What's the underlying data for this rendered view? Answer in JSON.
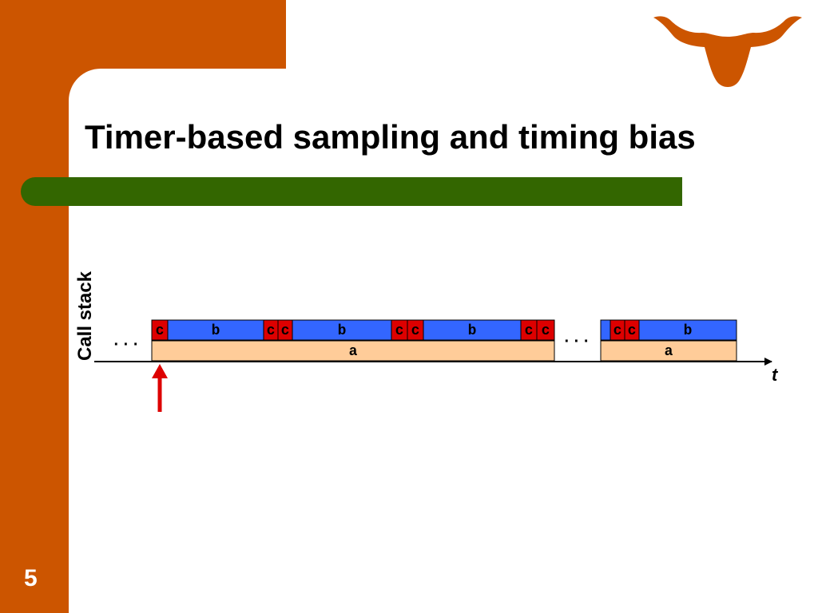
{
  "slide": {
    "title": "Timer-based sampling and timing bias",
    "number": "5",
    "colors": {
      "frame": "#cc5500",
      "accent_bar": "#336600",
      "logo": "#cc5500"
    },
    "logo_icon": "longhorn-icon"
  },
  "diagram": {
    "y_axis_label": "Call stack",
    "time_label": "t",
    "ellipsis": "· · ·",
    "colors": {
      "c": "#dd0000",
      "b": "#3366ff",
      "a": "#ffcc99",
      "arrow": "#dd0000",
      "stroke": "#000000"
    },
    "sample_arrow_icon": "arrow-up-icon",
    "blocks": [
      {
        "label": "a",
        "kind": "a",
        "start": 2,
        "end": 254
      },
      {
        "label": "a",
        "kind": "a",
        "start": 283,
        "end": 368
      },
      {
        "label": "c",
        "kind": "c",
        "start": 2,
        "end": 12
      },
      {
        "label": "b",
        "kind": "b",
        "start": 12,
        "end": 72
      },
      {
        "label": "c",
        "kind": "c",
        "start": 72,
        "end": 81
      },
      {
        "label": "c",
        "kind": "c",
        "start": 81,
        "end": 90
      },
      {
        "label": "b",
        "kind": "b",
        "start": 90,
        "end": 152
      },
      {
        "label": "c",
        "kind": "c",
        "start": 152,
        "end": 162
      },
      {
        "label": "c",
        "kind": "c",
        "start": 162,
        "end": 172
      },
      {
        "label": "b",
        "kind": "b",
        "start": 172,
        "end": 233
      },
      {
        "label": "c",
        "kind": "c",
        "start": 233,
        "end": 243
      },
      {
        "label": "c",
        "kind": "c",
        "start": 243,
        "end": 254
      },
      {
        "label": "",
        "kind": "b",
        "start": 283,
        "end": 289
      },
      {
        "label": "c",
        "kind": "c",
        "start": 289,
        "end": 298
      },
      {
        "label": "c",
        "kind": "c",
        "start": 298,
        "end": 307
      },
      {
        "label": "b",
        "kind": "b",
        "start": 307,
        "end": 368
      }
    ],
    "sample_time": 6
  }
}
